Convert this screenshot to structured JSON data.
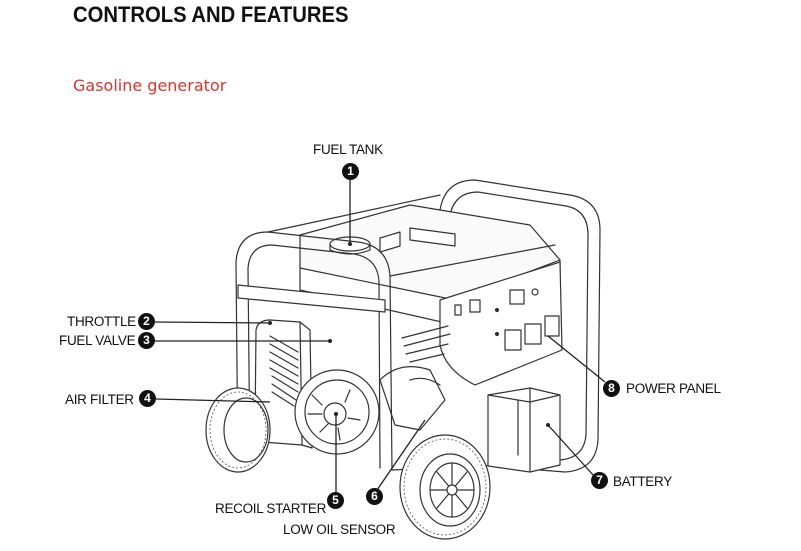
{
  "header": {
    "title": "CONTROLS AND FEATURES",
    "subtitle": "Gasoline generator"
  },
  "colors": {
    "subtitle": "#d9352c",
    "badge": "#111111",
    "line": "#222222"
  },
  "callouts": [
    {
      "number": "1",
      "label": "FUEL TANK"
    },
    {
      "number": "2",
      "label": "THROTTLE"
    },
    {
      "number": "3",
      "label": "FUEL VALVE"
    },
    {
      "number": "4",
      "label": "AIR FILTER"
    },
    {
      "number": "5",
      "label": "RECOIL STARTER"
    },
    {
      "number": "6",
      "label": "LOW OIL SENSOR"
    },
    {
      "number": "7",
      "label": "BATTERY"
    },
    {
      "number": "8",
      "label": "POWER PANEL"
    }
  ]
}
